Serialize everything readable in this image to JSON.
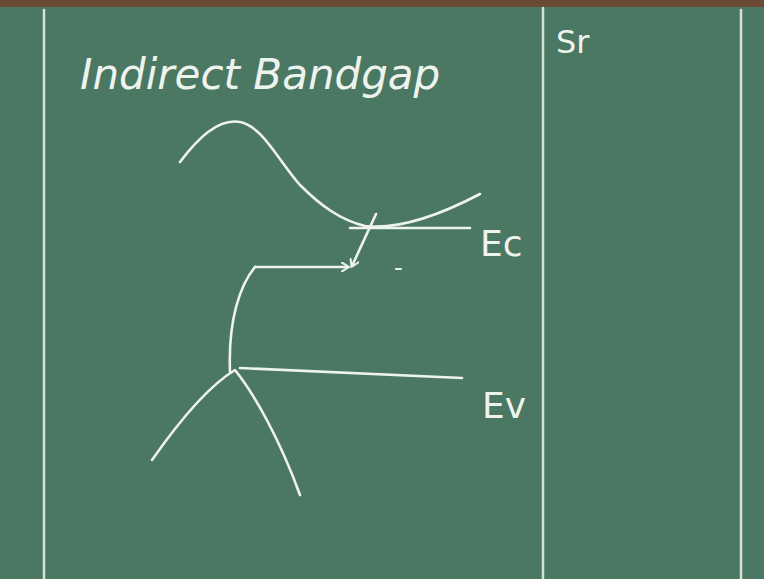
{
  "diagram": {
    "title": "Indirect Bandgap",
    "labels": [
      "Sr",
      "Ec",
      "Ev",
      "-"
    ]
  }
}
